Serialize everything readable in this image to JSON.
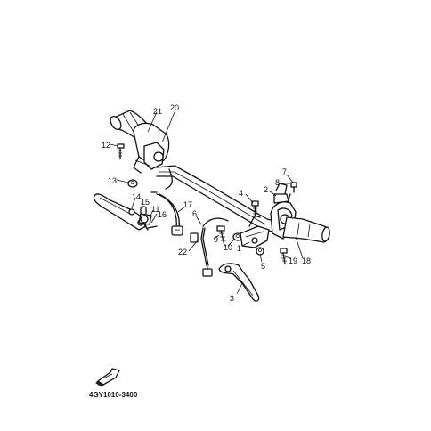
{
  "diagram": {
    "code": "4GY1010-3400",
    "labels": [
      {
        "id": "21",
        "text": "21"
      },
      {
        "id": "20",
        "text": "20"
      },
      {
        "id": "12",
        "text": "12"
      },
      {
        "id": "13",
        "text": "13"
      },
      {
        "id": "14",
        "text": "14"
      },
      {
        "id": "15",
        "text": "15"
      },
      {
        "id": "11",
        "text": "11"
      },
      {
        "id": "16",
        "text": "16"
      },
      {
        "id": "17",
        "text": "17"
      },
      {
        "id": "6",
        "text": "6"
      },
      {
        "id": "22",
        "text": "22"
      },
      {
        "id": "9",
        "text": "9"
      },
      {
        "id": "10",
        "text": "10"
      },
      {
        "id": "1",
        "text": "1"
      },
      {
        "id": "4",
        "text": "4"
      },
      {
        "id": "2",
        "text": "2"
      },
      {
        "id": "8",
        "text": "8"
      },
      {
        "id": "7",
        "text": "7"
      },
      {
        "id": "5",
        "text": "5"
      },
      {
        "id": "19",
        "text": "19"
      },
      {
        "id": "18",
        "text": "18"
      },
      {
        "id": "3",
        "text": "3"
      }
    ]
  }
}
